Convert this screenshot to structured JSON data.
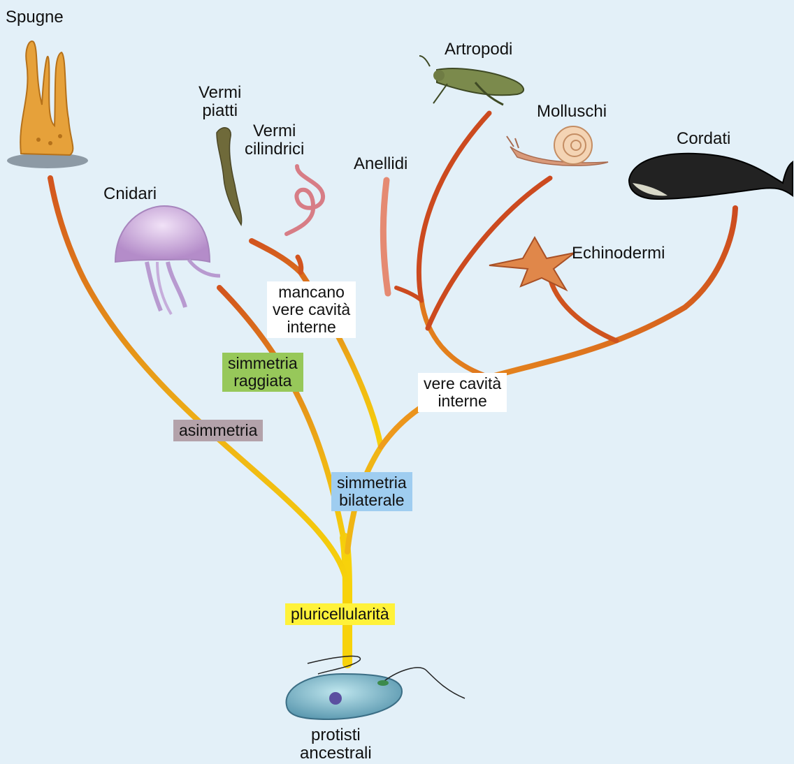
{
  "taxa": {
    "spugne": "Spugne",
    "cnidari": "Cnidari",
    "vermi_piatti": "Vermi\npiatti",
    "vermi_cilindrici": "Vermi\ncilindrici",
    "anellidi": "Anellidi",
    "artropodi": "Artropodi",
    "molluschi": "Molluschi",
    "cordati": "Cordati",
    "echinodermi": "Echinodermi",
    "protisti": "protisti\nancestrali"
  },
  "traits": {
    "pluricellularita": {
      "text": "pluricellularità",
      "color": "#fff23a"
    },
    "asimmetria": {
      "text": "asimmetria",
      "color": "#b3a2aa"
    },
    "simmetria_raggiata": {
      "text": "simmetria\nraggiata",
      "color": "#97c85a"
    },
    "simmetria_bilaterale": {
      "text": "simmetria\nbilaterale",
      "color": "#9fcdf0"
    },
    "mancano_cavita": {
      "text": "mancano\nvere cavità\ninterne",
      "color": "#ffffff"
    },
    "vere_cavita": {
      "text": "vere cavità\ninterne",
      "color": "#ffffff"
    }
  },
  "icons": [
    "sponge-icon",
    "jellyfish-icon",
    "flatworm-icon",
    "roundworm-icon",
    "earthworm-icon",
    "grasshopper-icon",
    "snail-icon",
    "whale-icon",
    "starfish-icon",
    "protist-icon"
  ]
}
